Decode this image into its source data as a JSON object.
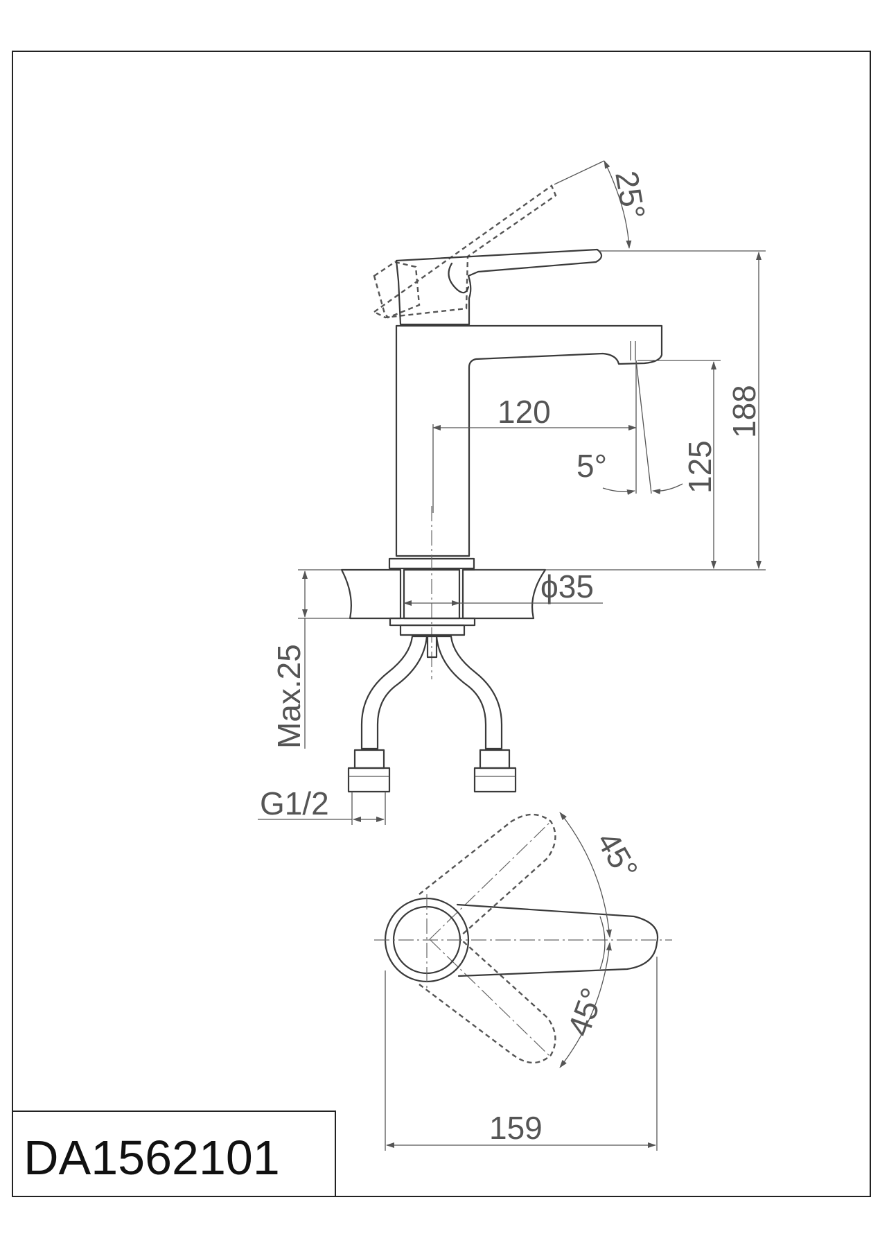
{
  "model_code": "DA1562101",
  "dimensions": {
    "handle_tilt_angle": "25°",
    "total_height": "188",
    "spout_height": "125",
    "spout_reach": "120",
    "spout_angle": "5°",
    "hole_diameter": "ϕ35",
    "max_deck_thickness": "Max.25",
    "connection_thread": "G1/2",
    "handle_rotation_back": "45°",
    "handle_rotation_front": "45°",
    "overall_length": "159"
  }
}
